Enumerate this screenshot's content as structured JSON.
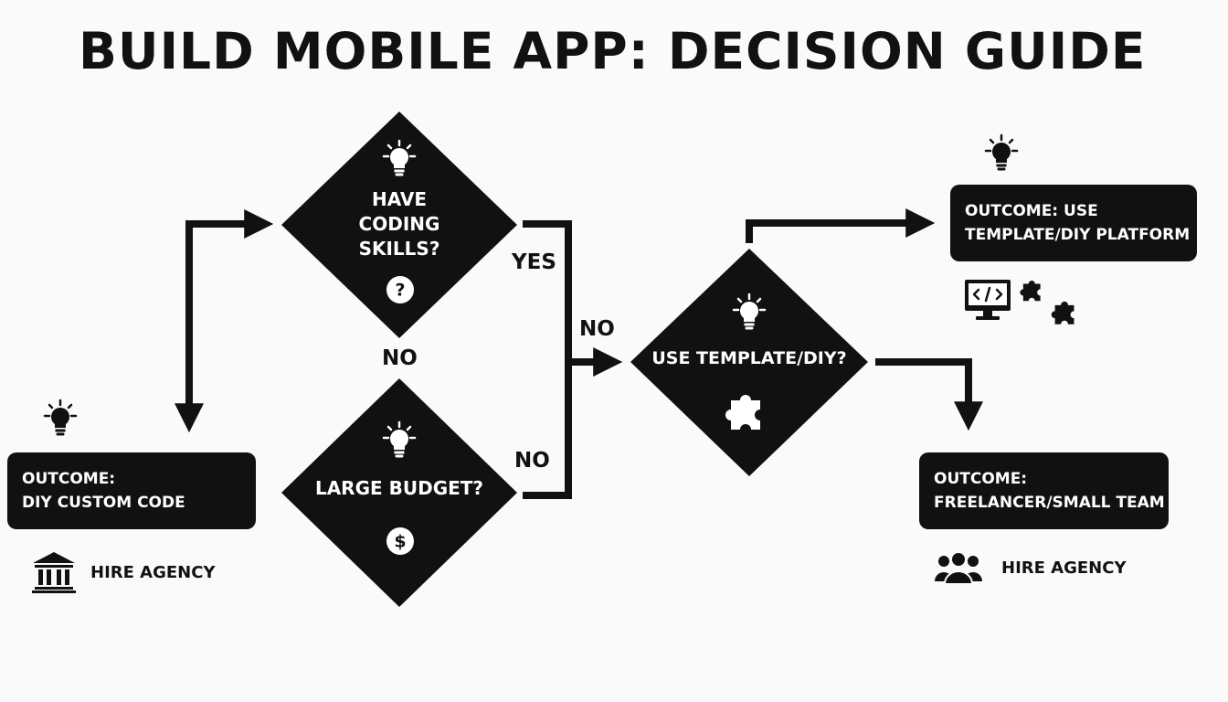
{
  "title": "BUILD MOBILE APP: DECISION GUIDE",
  "decisions": {
    "coding": {
      "line1": "HAVE",
      "line2": "CODING",
      "line3": "SKILLS?",
      "badge": "?"
    },
    "budget": {
      "text": "LARGE BUDGET?",
      "badge": "$"
    },
    "template": {
      "text": "USE TEMPLATE/DIY?"
    }
  },
  "branches": {
    "yes": "YES",
    "no_coding": "NO",
    "no_budget": "NO",
    "no_to_template": "NO"
  },
  "outcomes": {
    "diy_custom": {
      "line1": "OUTCOME:",
      "line2": "DIY CUSTOM CODE"
    },
    "template_platform": {
      "line1": "OUTCOME: USE",
      "line2": "TEMPLATE/DIY PLATFORM"
    },
    "freelancer": {
      "line1": "OUTCOME:",
      "line2": "FREELANCER/SMALL TEAM"
    }
  },
  "side_labels": {
    "left_agency": "HIRE AGENCY",
    "right_agency": "HIRE AGENCY"
  },
  "icons": [
    "lightbulb-icon",
    "question-icon",
    "dollar-icon",
    "puzzle-icon",
    "code-monitor-icon",
    "bank-icon",
    "people-icon"
  ],
  "colors": {
    "shape": "#111111",
    "text_on_shape": "#ffffff",
    "background": "#fafafa"
  }
}
